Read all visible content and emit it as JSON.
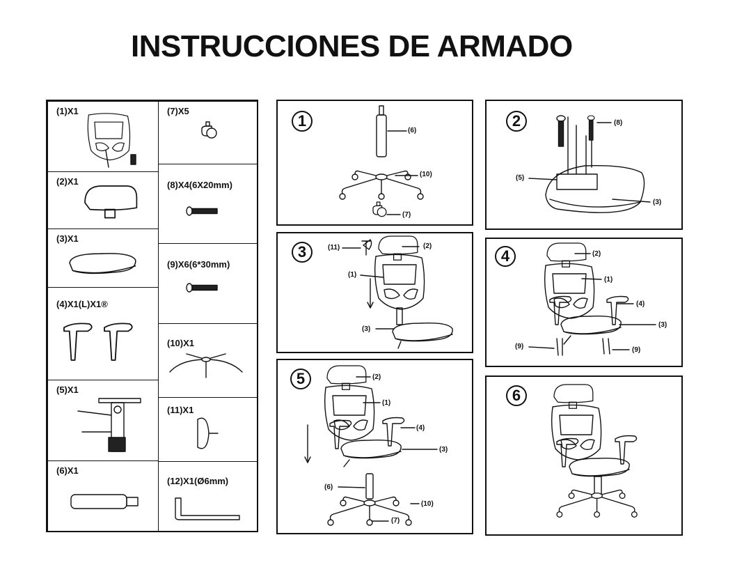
{
  "title": "INSTRUCCIONES DE ARMADO",
  "parts": [
    {
      "label": "(1)X1"
    },
    {
      "label": "(2)X1"
    },
    {
      "label": "(3)X1"
    },
    {
      "label": "(4)X1(L)X1®"
    },
    {
      "label": "(5)X1"
    },
    {
      "label": "(6)X1"
    },
    {
      "label": "(7)X5"
    },
    {
      "label": "(8)X4(6X20mm)"
    },
    {
      "label": "(9)X6(6*30mm)"
    },
    {
      "label": "(10)X1"
    },
    {
      "label": "(11)X1"
    },
    {
      "label": "(12)X1(Ø6mm)"
    }
  ],
  "steps": [
    {
      "number": "1",
      "callouts": [
        "(6)",
        "(10)",
        "(7)"
      ]
    },
    {
      "number": "2",
      "callouts": [
        "(8)",
        "(5)",
        "(3)"
      ]
    },
    {
      "number": "3",
      "callouts": [
        "(11)",
        "(2)",
        "(1)",
        "(3)"
      ]
    },
    {
      "number": "4",
      "callouts": [
        "(2)",
        "(1)",
        "(4)",
        "(3)",
        "(9)",
        "(9)"
      ]
    },
    {
      "number": "5",
      "callouts": [
        "(2)",
        "(1)",
        "(4)",
        "(3)",
        "(6)",
        "(10)",
        "(7)"
      ]
    },
    {
      "number": "6",
      "callouts": []
    }
  ]
}
